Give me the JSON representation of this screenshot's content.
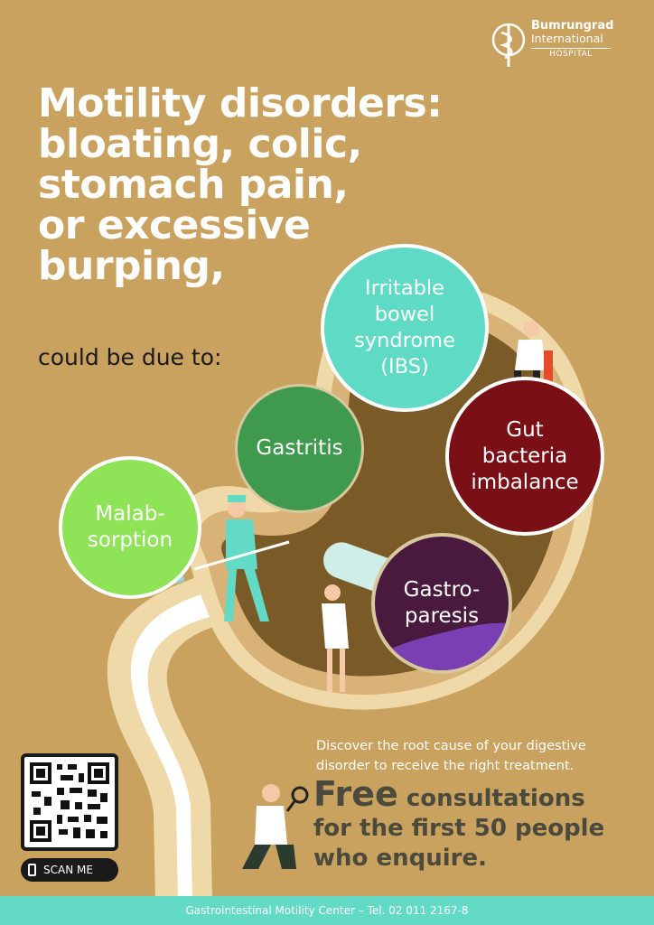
{
  "logo": {
    "line1": "Bumrungrad",
    "line2": "International",
    "line3": "HOSPITAL"
  },
  "headline": {
    "lines": [
      "Motility disorders:",
      "bloating, colic,",
      "stomach pain,",
      "or excessive",
      "burping,"
    ],
    "subline": "could be due to:"
  },
  "bubbles": {
    "ibs": [
      "Irritable",
      "bowel",
      "syndrome",
      "(IBS)"
    ],
    "gut": [
      "Gut",
      "bacteria",
      "imbalance"
    ],
    "gastritis": [
      "Gastritis"
    ],
    "malabsorption": [
      "Malab-",
      "sorption"
    ],
    "gastroparesis": [
      "Gastro-",
      "paresis"
    ]
  },
  "colors": {
    "background": "#c9a25f",
    "ibs": "#5fdac4",
    "gut": "#7a0f16",
    "gastritis": "#3f9a4d",
    "malabsorption": "#8fe356",
    "gastroparesis": "#4a1a3e",
    "footer": "#63dac6"
  },
  "cta": {
    "discover": "Discover the root cause of your digestive disorder to receive the right treatment.",
    "free": "Free",
    "line1_rest": "consultations",
    "line2": "for the first 50 people",
    "line3": "who enquire."
  },
  "qr": {
    "label": "SCAN ME"
  },
  "footer": {
    "text": "Gastrointestinal Motility Center – Tel. 02 011 2167-8"
  }
}
